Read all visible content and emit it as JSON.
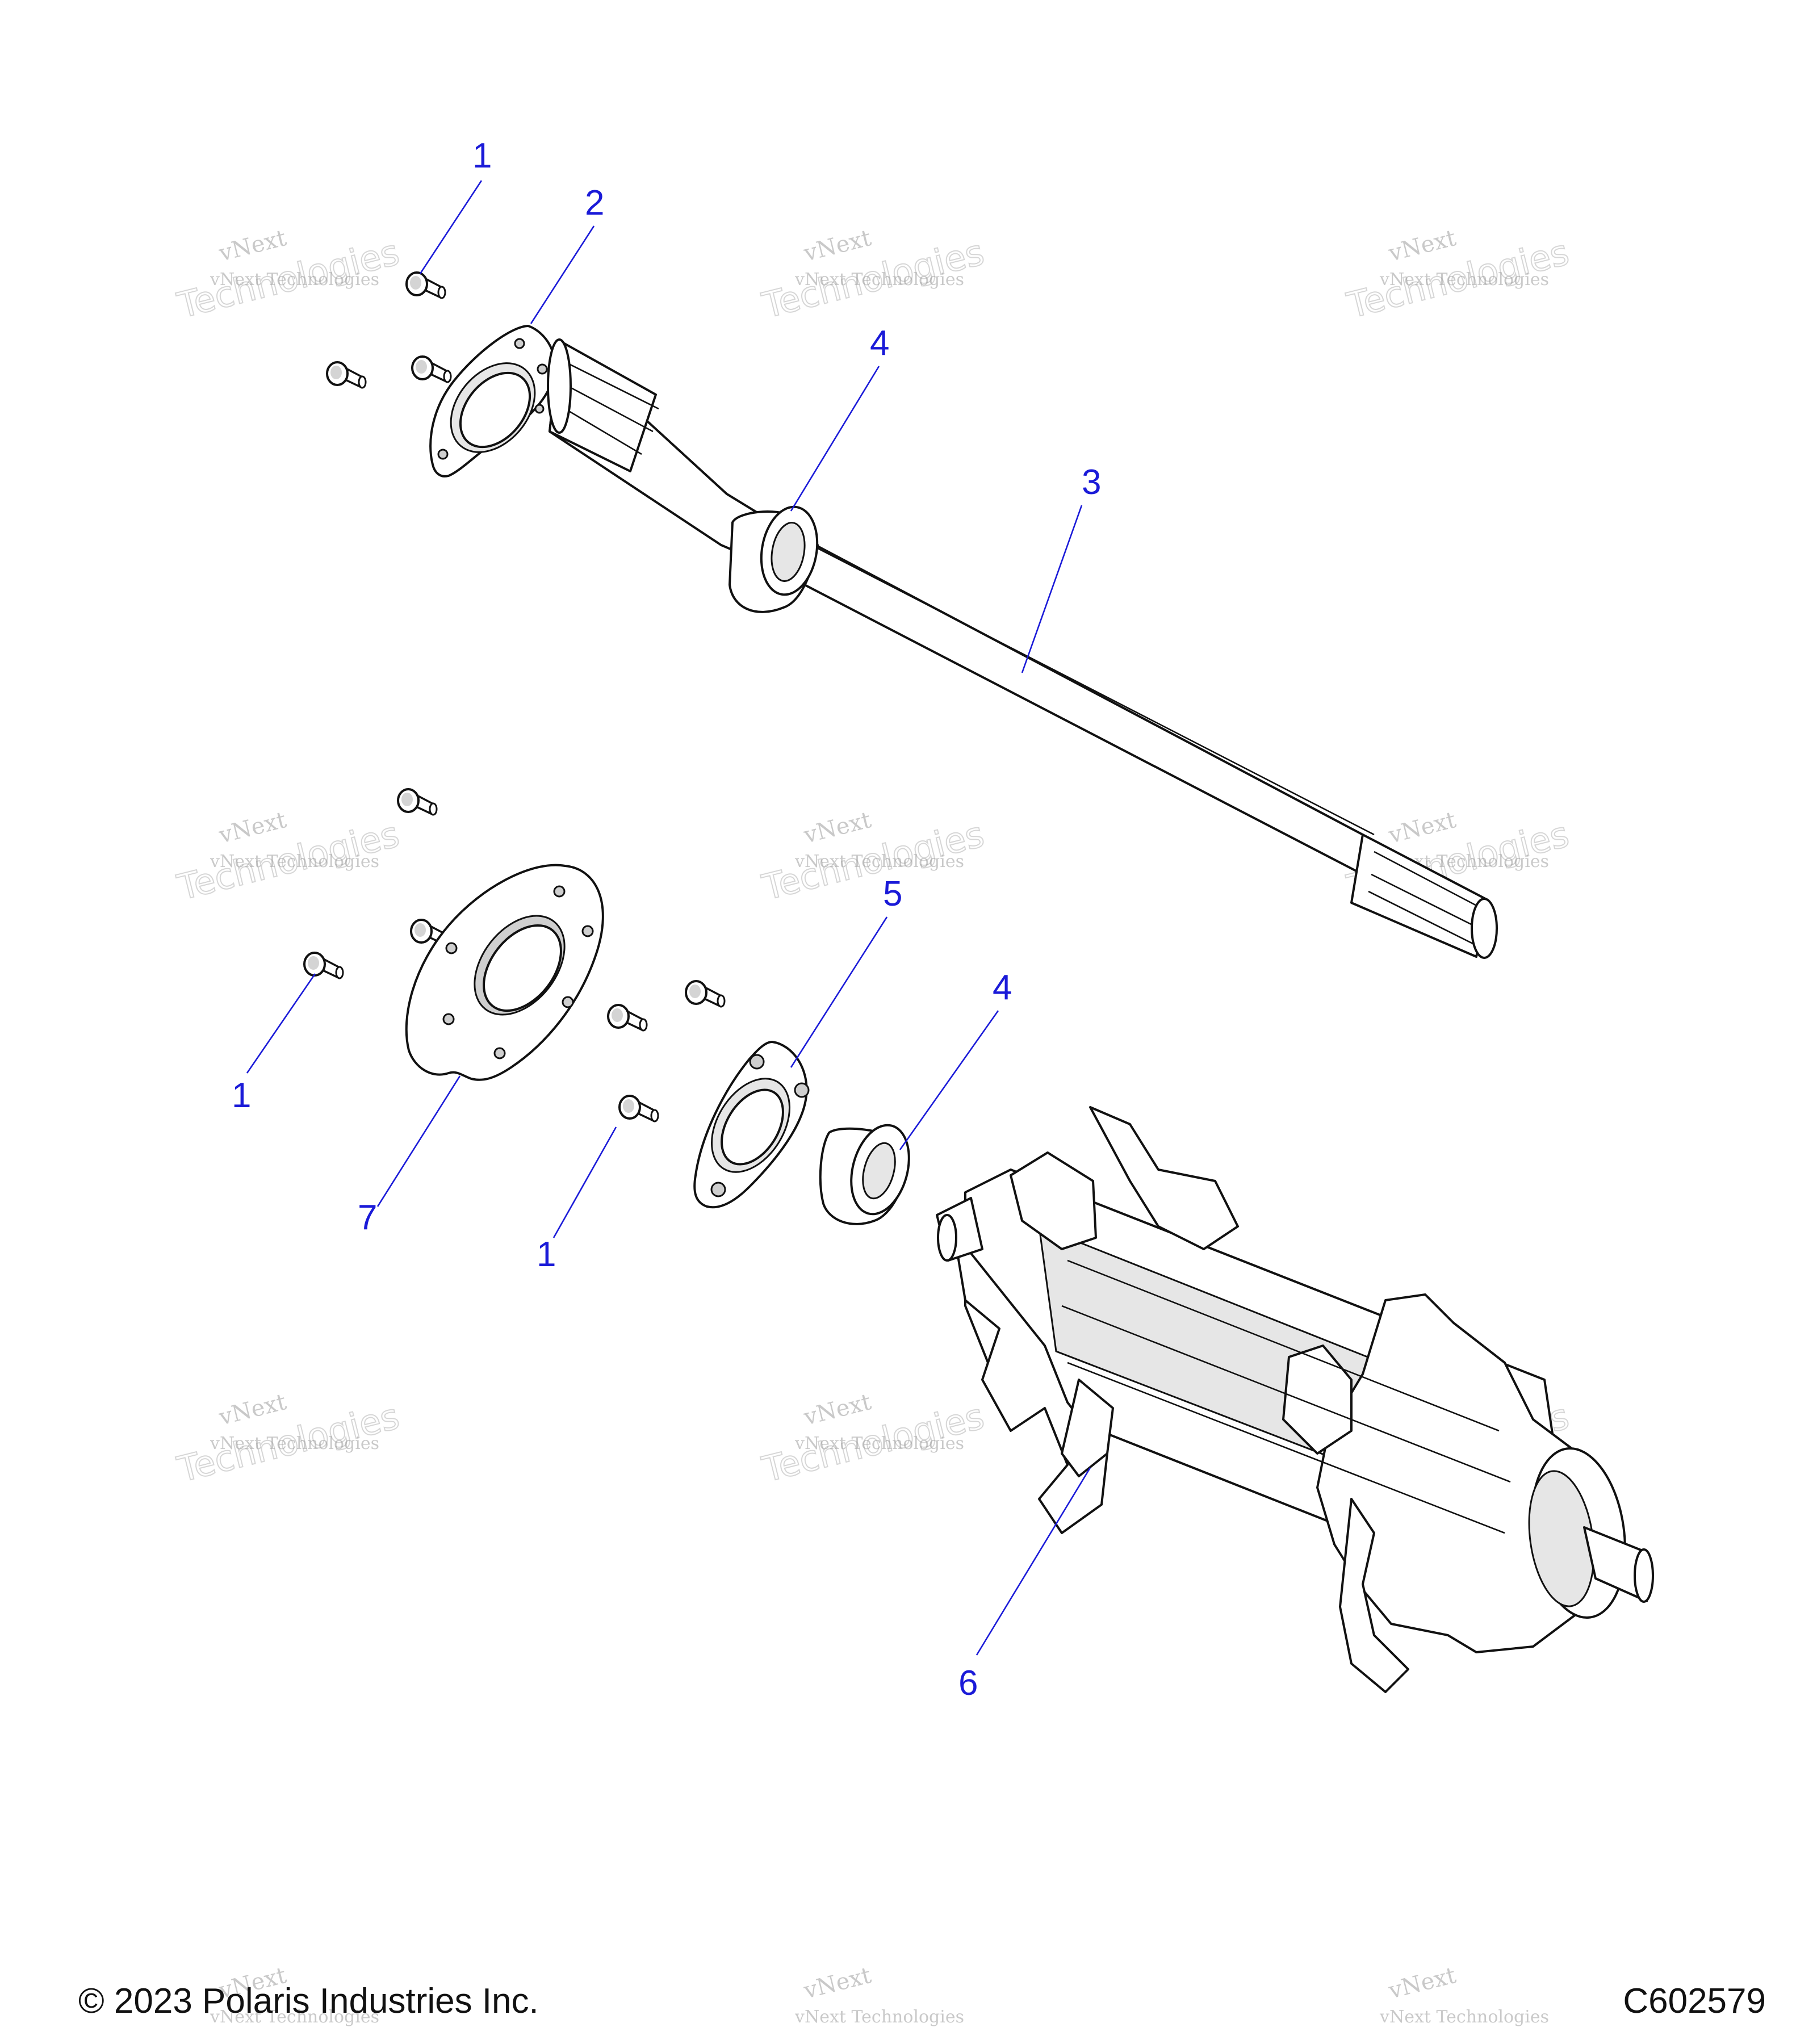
{
  "callouts": [
    {
      "id": "c1a",
      "label": "1"
    },
    {
      "id": "c2",
      "label": "2"
    },
    {
      "id": "c4a",
      "label": "4"
    },
    {
      "id": "c3",
      "label": "3"
    },
    {
      "id": "c5",
      "label": "5"
    },
    {
      "id": "c4b",
      "label": "4"
    },
    {
      "id": "c1b",
      "label": "1"
    },
    {
      "id": "c7",
      "label": "7"
    },
    {
      "id": "c1c",
      "label": "1"
    },
    {
      "id": "c6",
      "label": "6"
    }
  ],
  "watermark": {
    "line1": "vNext",
    "line2": "vNext Technologies",
    "line3": "Technologies"
  },
  "footer": {
    "copyright": "© 2023 Polaris Industries Inc.",
    "figure_id": "C602579"
  },
  "colors": {
    "callout": "#1a1ad8",
    "line": "#111111"
  }
}
